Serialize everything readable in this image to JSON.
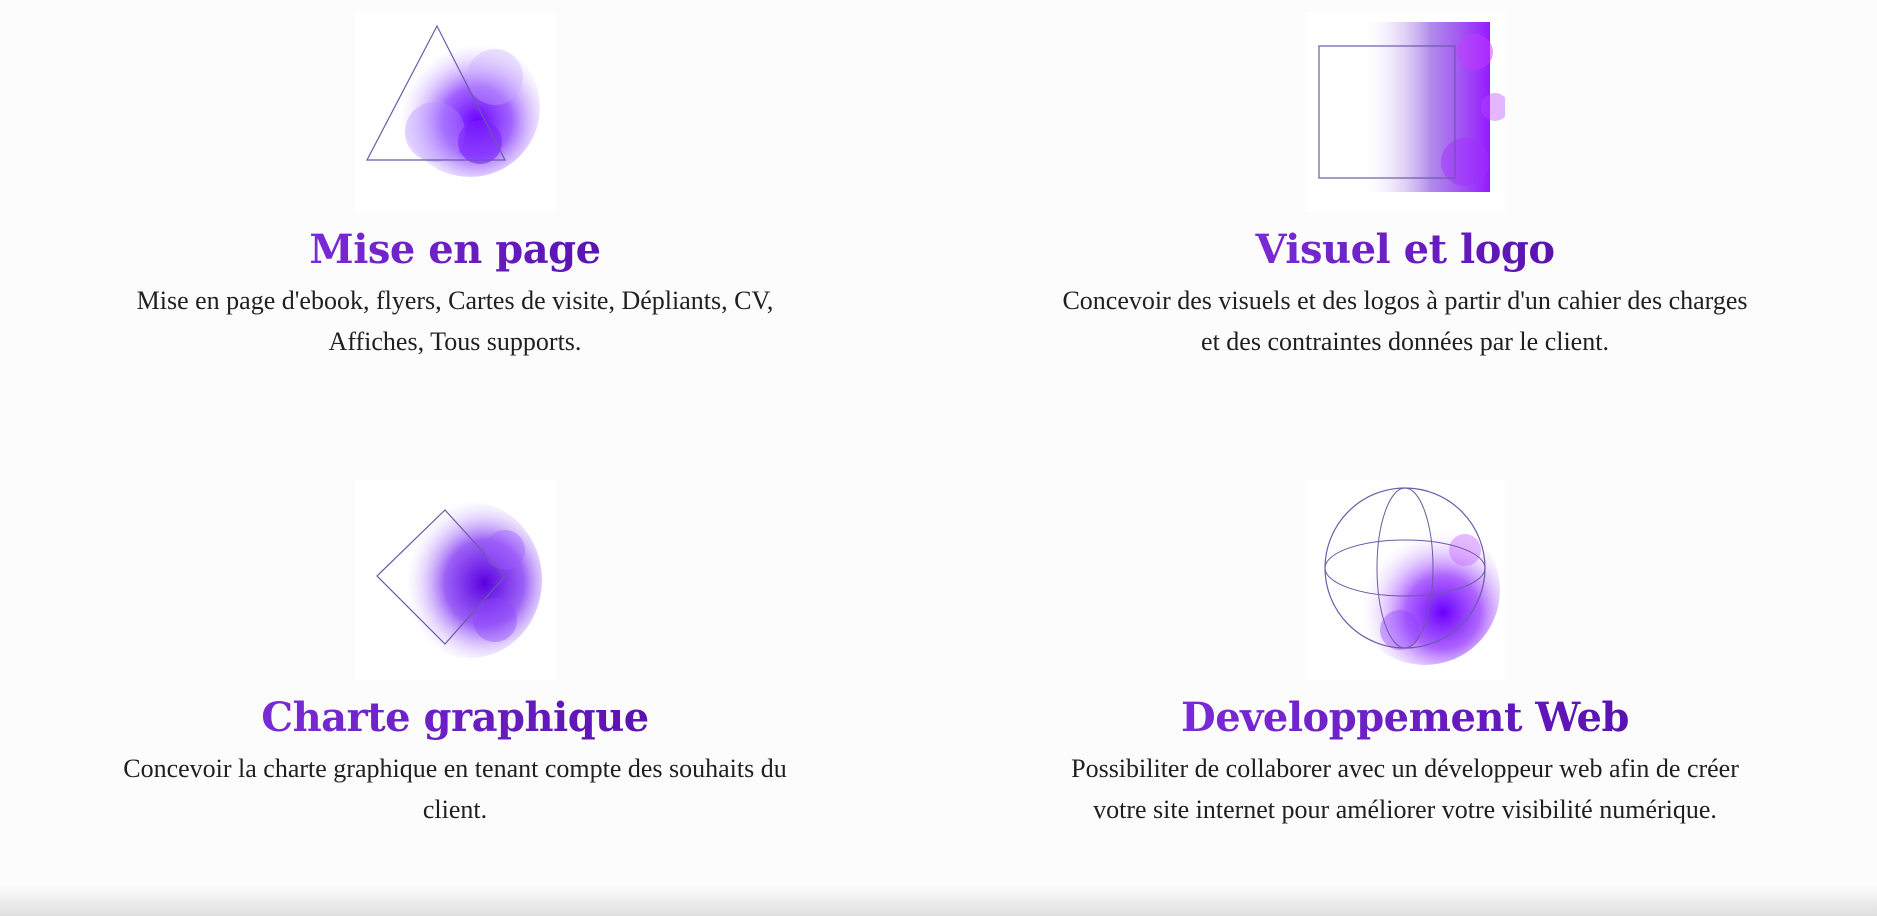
{
  "colors": {
    "title_gradient_start": "#7a2ad6",
    "title_gradient_end": "#5a12b0",
    "body_text": "#1f1f1f",
    "background": "#fcfcfc",
    "icon_purple": "#7b1fff"
  },
  "services": [
    {
      "icon": "triangle-ink-icon",
      "title": "Mise en page",
      "description": "Mise en page d'ebook, flyers, Cartes de visite, Dépliants, CV, Affiches, Tous supports."
    },
    {
      "icon": "square-ink-icon",
      "title": "Visuel et logo",
      "description": "Concevoir des visuels et des logos à partir d'un cahier des charges et des contraintes données par le client."
    },
    {
      "icon": "diamond-ink-icon",
      "title": "Charte graphique",
      "description": "Concevoir la charte graphique en tenant compte des souhaits du client."
    },
    {
      "icon": "globe-ink-icon",
      "title": "Developpement Web",
      "description": "Possibiliter de collaborer avec un développeur web afin de créer votre site internet pour améliorer votre visibilité numérique."
    }
  ]
}
